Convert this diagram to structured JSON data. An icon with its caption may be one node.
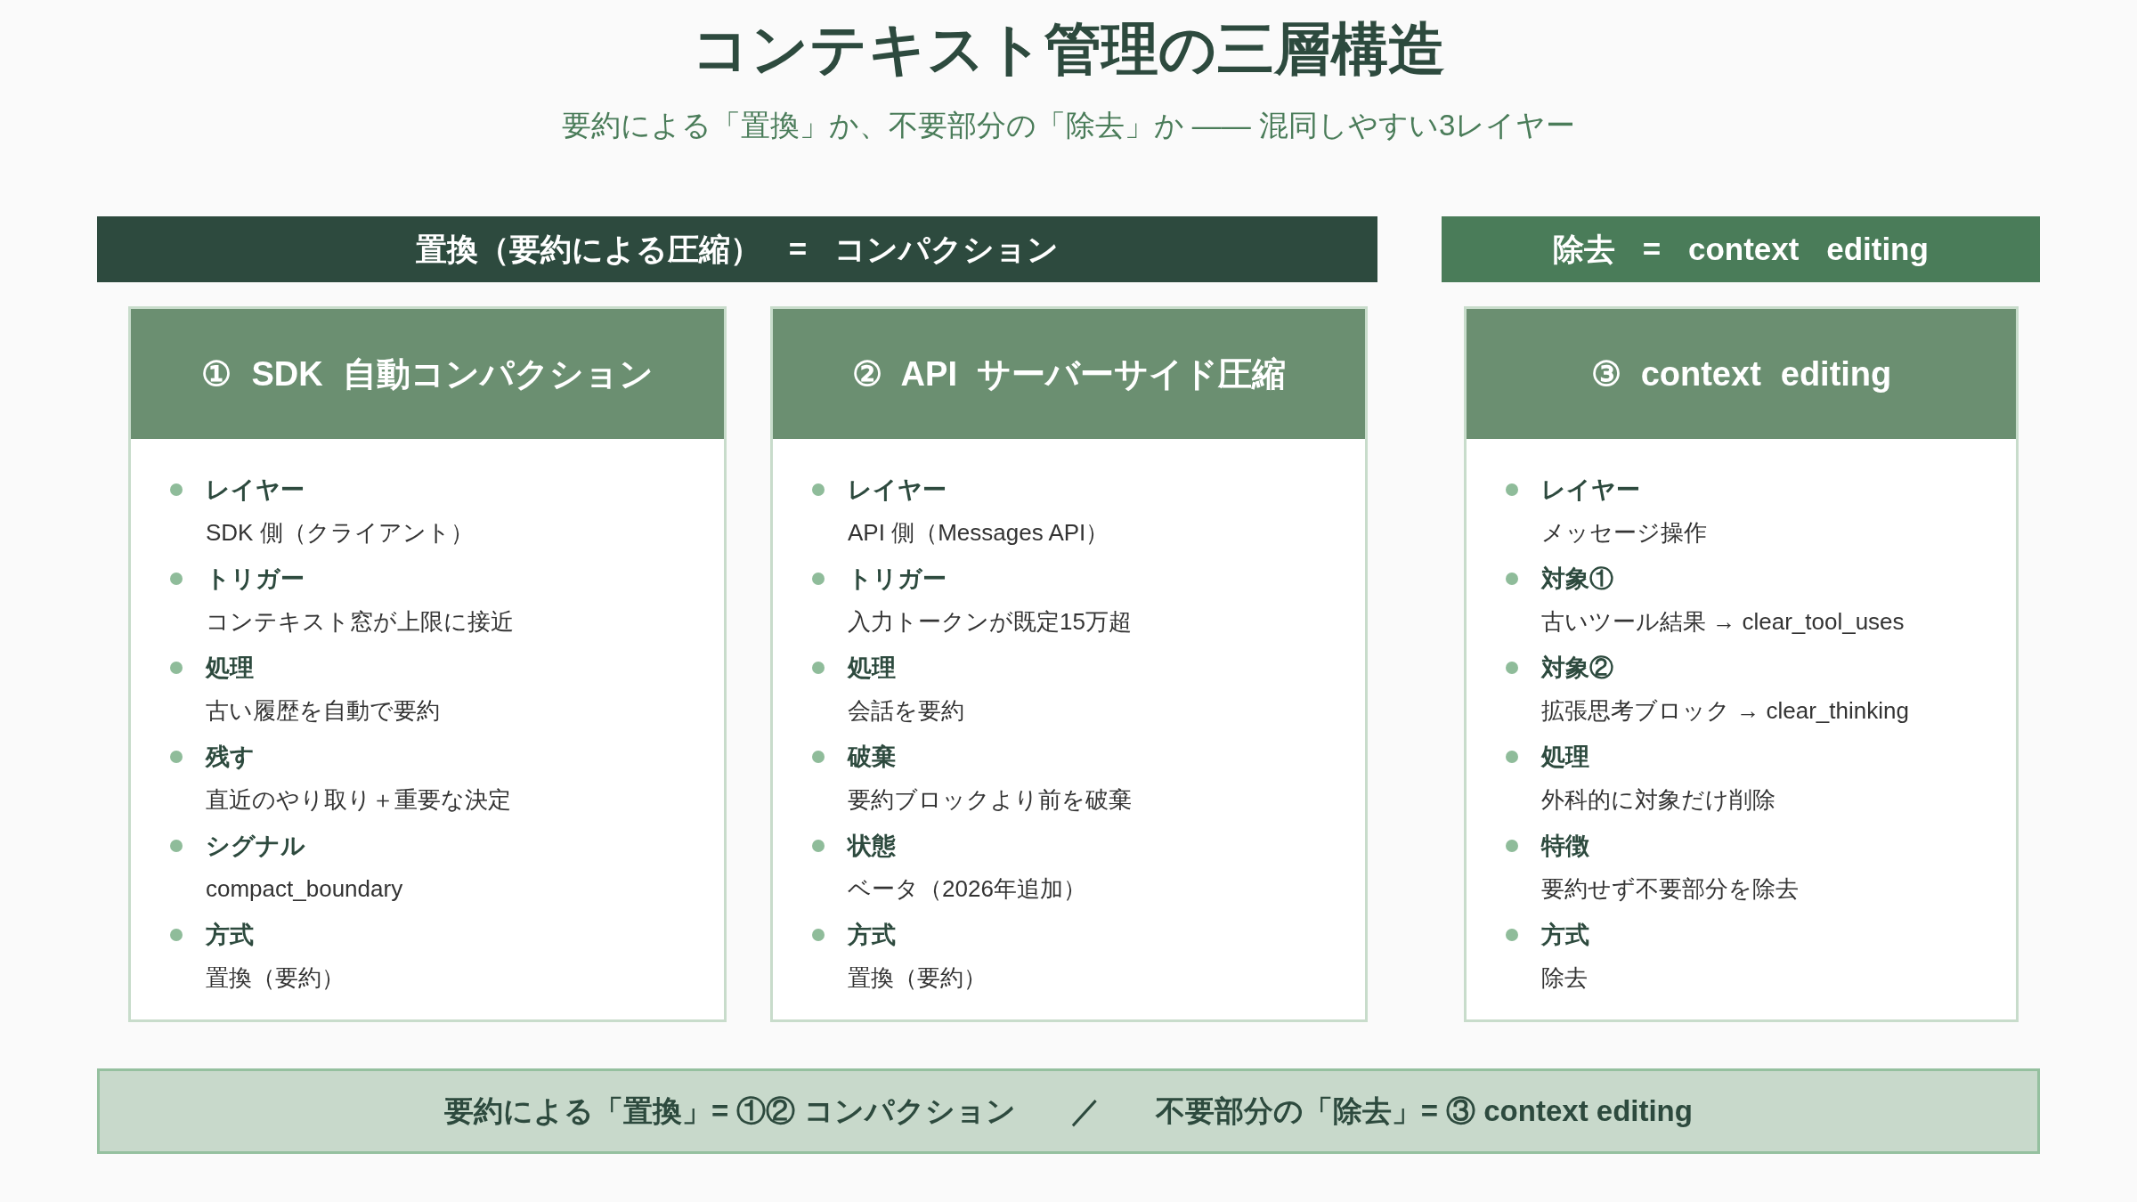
{
  "diagram": {
    "title": "コンテキスト管理の三層構造",
    "nodes": [
      {
        "text": [
          "置換（要約による圧縮） = コンパクション"
        ]
      },
      {
        "text": [
          "除去 = context editing"
        ]
      },
      {
        "text": [
          "① SDK 自動コンパクション",
          "レイヤー",
          "SDK 側（クライアント）",
          "トリガー",
          "コンテキスト窓が上限に接近",
          "処理",
          "古い履歴を自動で要約",
          "残す",
          "直近のやり取り＋重要な決定",
          "シグナル",
          "compact_boundary",
          "方式",
          "置換（要約）"
        ]
      },
      {
        "text": [
          "② API サーバーサイド圧縮",
          "レイヤー",
          "API 側（Messages API）",
          "トリガー",
          "入力トークンが既定15万超",
          "処理",
          "会話を要約",
          "破棄",
          "要約ブロックより前を破棄",
          "状態",
          "ベータ（2026年追加）",
          "方式",
          "置換（要約）"
        ]
      },
      {
        "text": [
          "③ context editing",
          "レイヤー",
          "メッセージ操作",
          "対象①",
          "古いツール結果 → clear_tool_uses",
          "対象②",
          "拡張思考ブロック → clear_thinking",
          "処理",
          "外科的に対象だけ削除",
          "特徴",
          "要約せず不要部分を除去",
          "方式",
          "除去"
        ]
      },
      {
        "text": [
          "要約による「置換」= ①② コンパクション",
          "／",
          "不要部分の「除去」= ③ context editing"
        ]
      }
    ],
    "labels": [
      "要約による「置換」か、不要部分の「除去」か —— 混同しやすい3レイヤー"
    ]
  }
}
